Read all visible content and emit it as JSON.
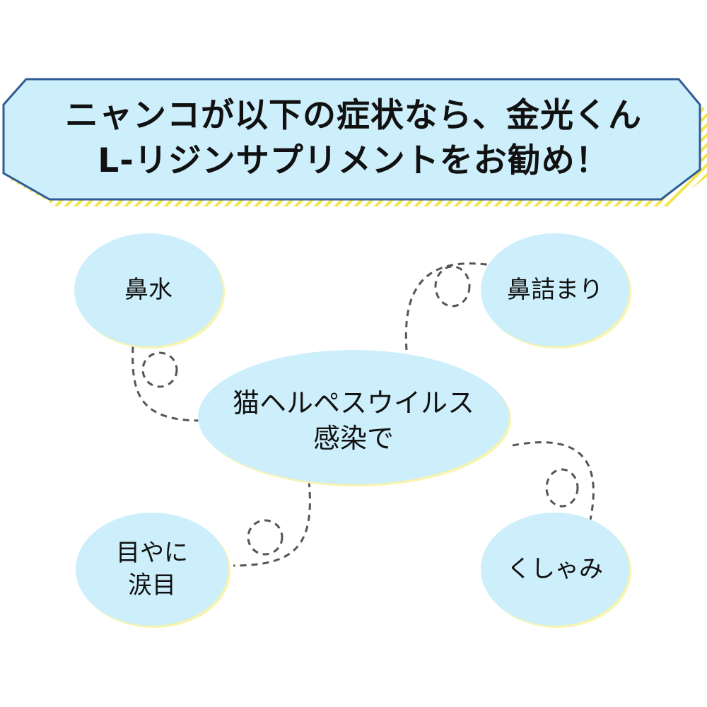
{
  "banner": {
    "line1": "ニャンコが以下の症状なら、金光くん",
    "line2": "L-リジンサプリメントをお勧め！"
  },
  "center_node": {
    "line1": "猫ヘルペスウイルス",
    "line2": "感染で"
  },
  "symptoms": [
    {
      "line1": "鼻水"
    },
    {
      "line1": "鼻詰まり"
    },
    {
      "line1": "目やに",
      "line2": "涙目"
    },
    {
      "line1": "くしゃみ"
    }
  ],
  "colors": {
    "fill": "#cdeffb",
    "border": "#2e5c95",
    "hatch": "#f2e64a",
    "dash": "#555555"
  }
}
